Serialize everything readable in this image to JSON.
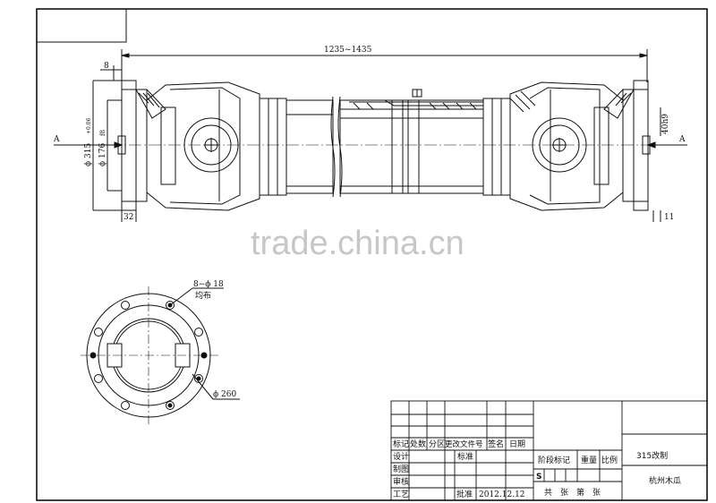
{
  "drawing": {
    "overall_length": "1235~1435",
    "left_flange_thickness": "8",
    "right_flange_thickness": "11",
    "left_spigot_length": "32",
    "flange_outer_diameter": "ϕ 315",
    "flange_outer_tolerance": "+0.06",
    "spigot_diameter": "ϕ 176",
    "spigot_fit": "f8",
    "right_keyway": "40h9",
    "view_label_left": "A",
    "view_label_right": "A",
    "bolt_holes": "8−ϕ 18",
    "bolt_holes_note": "均布",
    "bolt_circle": "ϕ 260",
    "watermark": "trade.china.cn"
  },
  "title_block": {
    "header": [
      "标记",
      "处数",
      "分区",
      "更改文件号",
      "签名",
      "日期"
    ],
    "rows": [
      "设计",
      "制图",
      "审核",
      "工艺"
    ],
    "standard": "标准",
    "approve": "批准",
    "date": "2012.12.12",
    "stage_mark": "阶段标记",
    "weight": "重量",
    "scale": "比例",
    "stage_s": "S",
    "sheets": "共　张　第　张",
    "drawing_title": "315改制",
    "company": "杭州木瓜"
  }
}
